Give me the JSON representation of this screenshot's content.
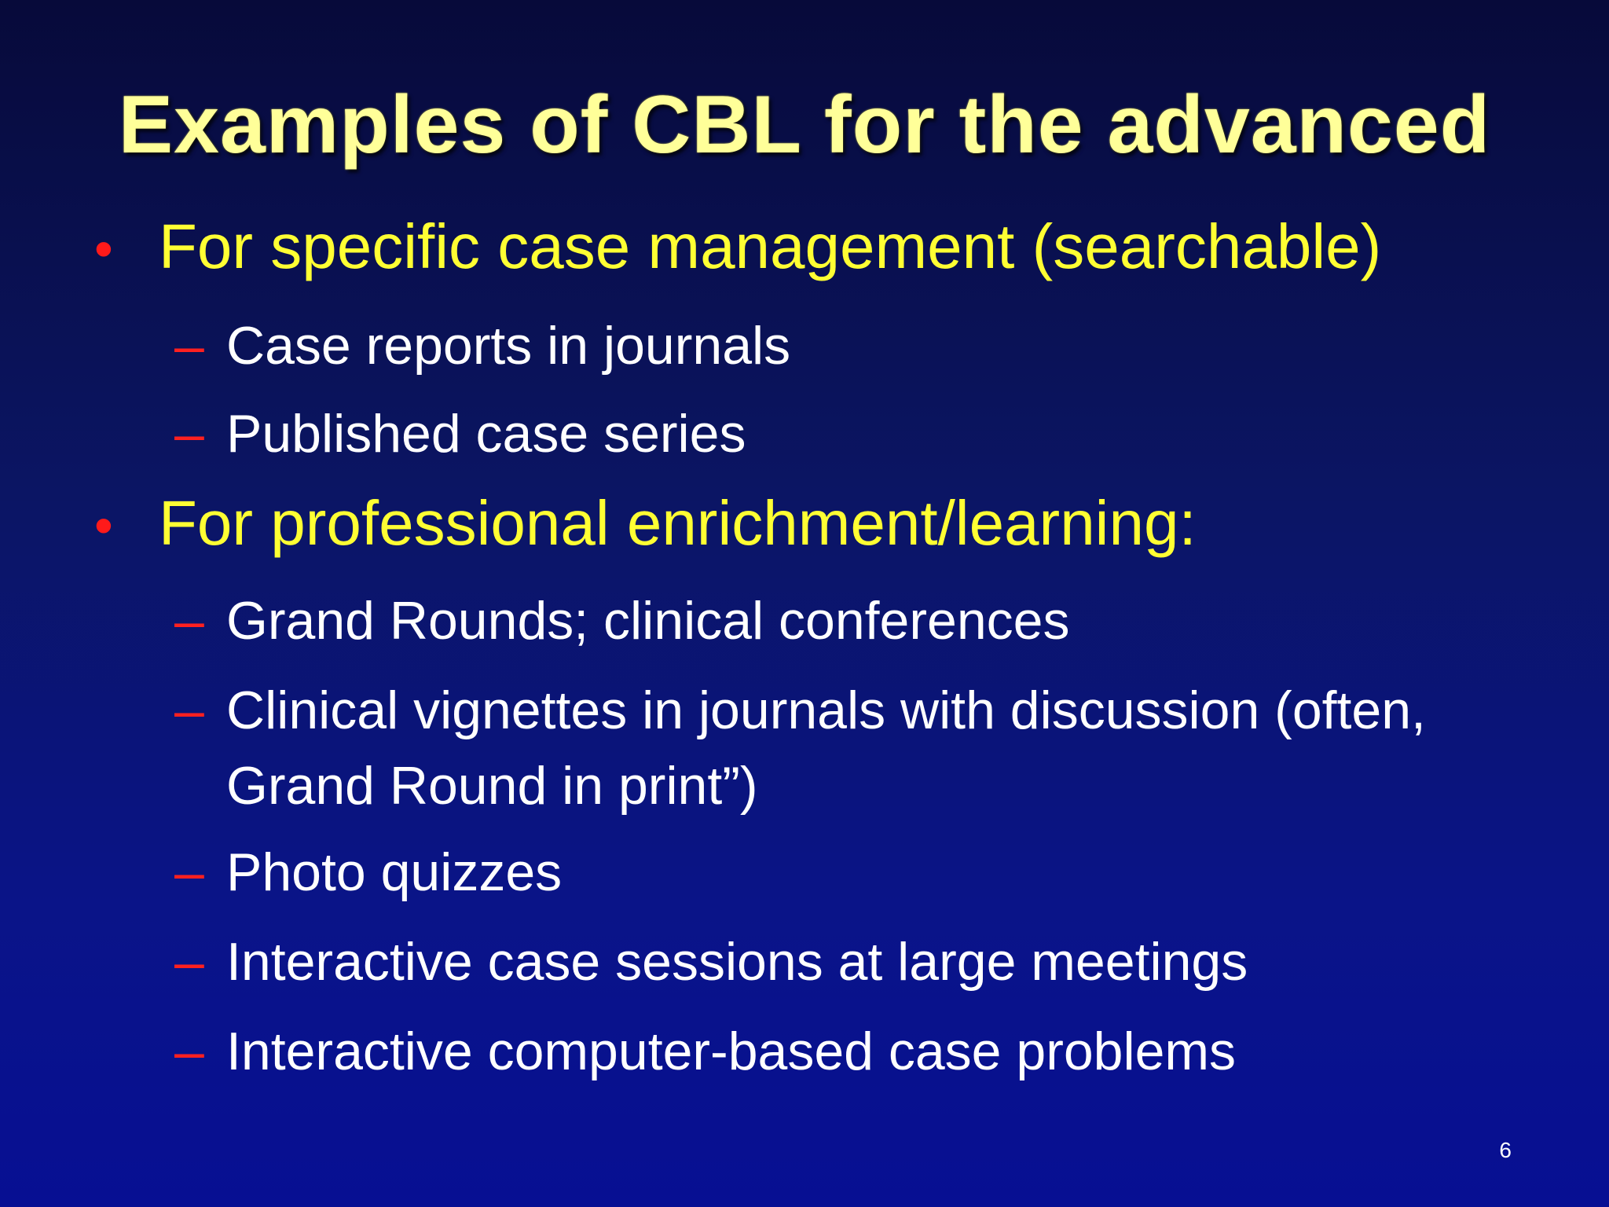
{
  "slide": {
    "title": "Examples of CBL for the advanced",
    "page_number": "6",
    "bullet_symbol": "•",
    "dash_symbol": "–",
    "items": [
      {
        "text": "For specific case management (searchable)",
        "subitems": [
          "Case reports in journals",
          "Published case series"
        ]
      },
      {
        "text": "For professional enrichment/learning:",
        "subitems": [
          "Grand Rounds; clinical conferences",
          "Clinical vignettes in journals with discussion (often, Grand Round in print”)",
          "Photo quizzes",
          "Interactive case sessions at large meetings",
          "Interactive computer-based case problems"
        ]
      }
    ]
  },
  "colors": {
    "background_top": "#070a3a",
    "background_bottom": "#070f93",
    "title": "#ffff99",
    "level1_text": "#ffff33",
    "level2_text": "#ffffff",
    "bullet": "#ff1a1a"
  }
}
